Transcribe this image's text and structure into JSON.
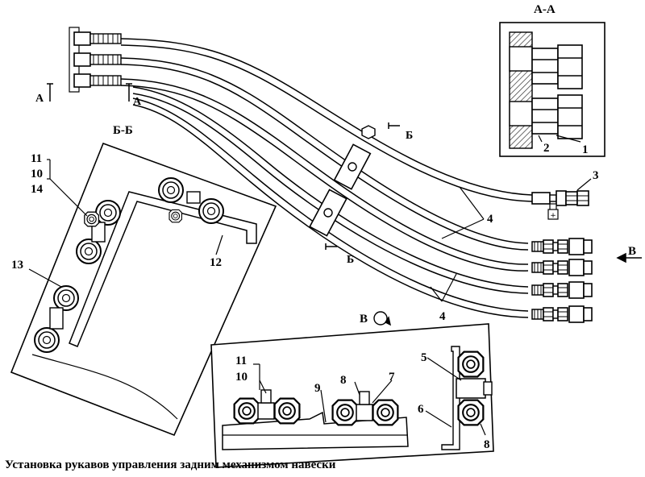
{
  "caption": "Установка рукавов управления задним механизмом навески",
  "sections": {
    "aa": "А-А",
    "bb": "Б-Б",
    "view_b": "В"
  },
  "callouts": {
    "n1": "1",
    "n2": "2",
    "n3": "3",
    "n4a": "4",
    "n4b": "4",
    "n5": "5",
    "n6": "6",
    "n7": "7",
    "n8a": "8",
    "n8b": "8",
    "n9": "9",
    "n10a": "10",
    "n10b": "10",
    "n11a": "11",
    "n11b": "11",
    "n12": "12",
    "n13": "13",
    "n14": "14"
  },
  "cut_marks": {
    "a_left": "А",
    "a_right": "А",
    "b_top": "Б",
    "b_bottom": "Б",
    "v_arrow": "В"
  },
  "colors": {
    "ink": "#000000",
    "hatch": "#555555",
    "paper": "#ffffff"
  }
}
